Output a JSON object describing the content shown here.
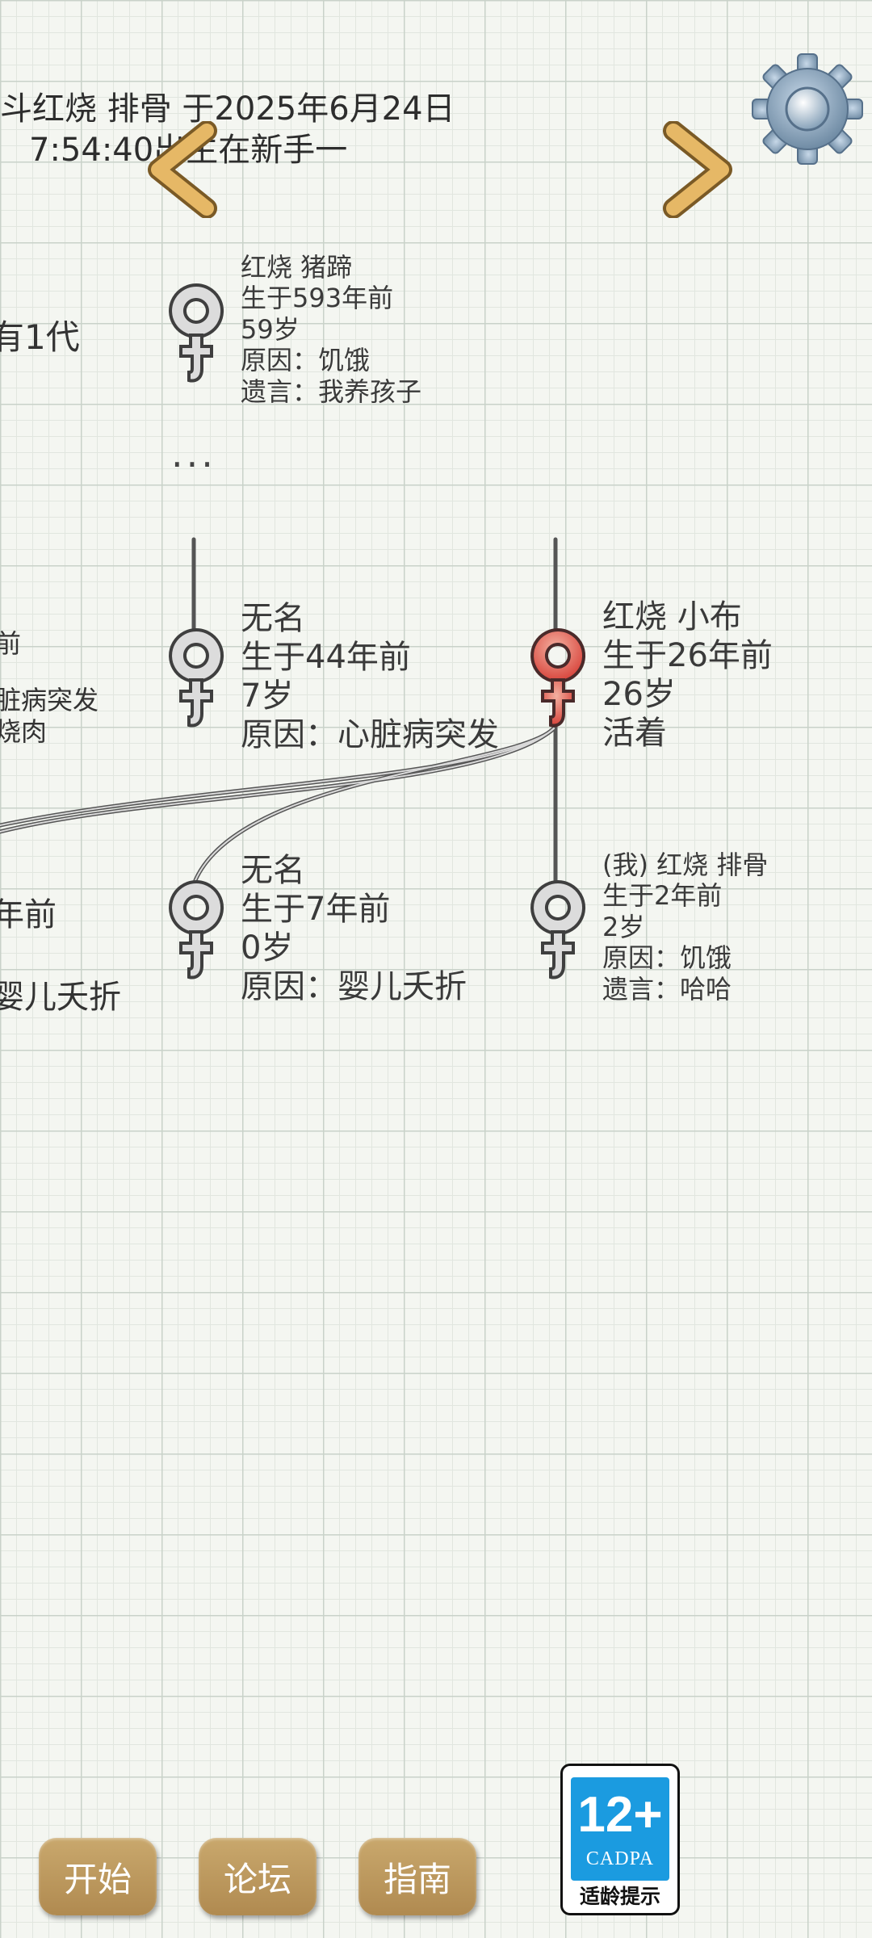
{
  "header": {
    "line1": "斗红烧 排骨 于2025年6月24日",
    "line2": "7:54:40出生在新手一"
  },
  "generation_label": "有1代",
  "ellipsis": "···",
  "left_partial": {
    "row2": {
      "line1": "前",
      "line2": "脏病突发",
      "line3": "烧肉"
    },
    "row3": {
      "line1": "年前",
      "line2": "婴儿夭折"
    }
  },
  "persons": [
    {
      "name": "红烧 猪蹄",
      "born": "生于593年前",
      "age": "59岁",
      "cause": "原因：饥饿",
      "will": "遗言：我养孩子",
      "status": "dead"
    },
    {
      "name": "无名",
      "born": "生于44年前",
      "age": "7岁",
      "cause": "原因：心脏病突发",
      "status": "dead"
    },
    {
      "name": "红烧 小布",
      "born": "生于26年前",
      "age": "26岁",
      "cause": "活着",
      "status": "alive"
    },
    {
      "name": "无名",
      "born": "生于7年前",
      "age": "0岁",
      "cause": "原因：婴儿夭折",
      "status": "dead"
    },
    {
      "name": "(我) 红烧 排骨",
      "born": "生于2年前",
      "age": "2岁",
      "cause": "原因：饥饿",
      "will": "遗言：哈哈",
      "status": "dead"
    }
  ],
  "buttons": {
    "start": "开始",
    "forum": "论坛",
    "guide": "指南"
  },
  "age_rating": {
    "value": "12+",
    "org": "CADPA",
    "hint": "适龄提示"
  },
  "colors": {
    "button": "#b99458",
    "alive_symbol": "#e0534a",
    "dead_symbol": "#d8d8d8",
    "badge_blue": "#1b9be0"
  }
}
